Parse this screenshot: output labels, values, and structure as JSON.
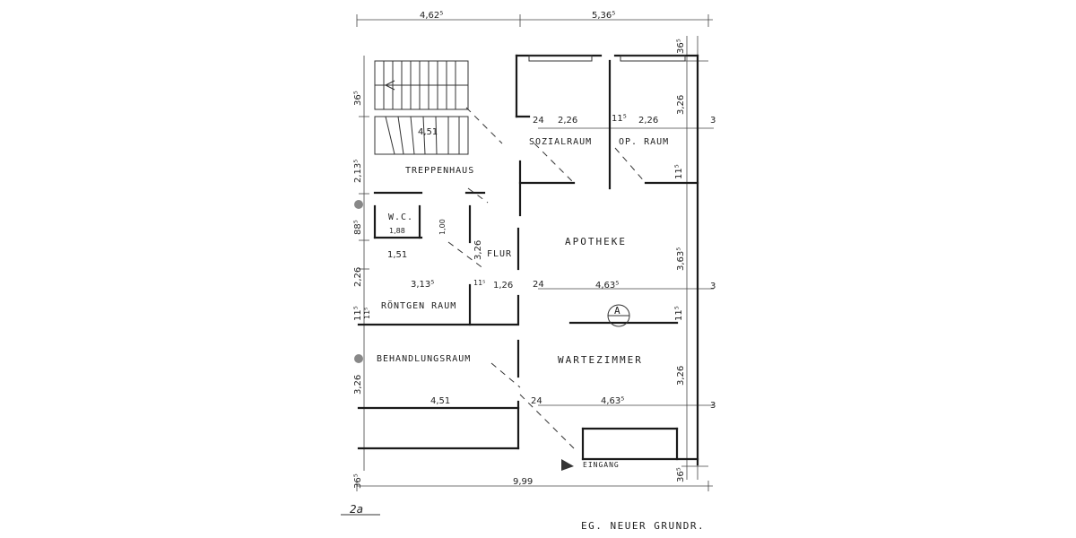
{
  "rooms": {
    "treppenhaus": "TREPPENHAUS",
    "sozialraum": "SOZIALRAUM",
    "op_raum": "OP. RAUM",
    "apotheke": "APOTHEKE",
    "flur": "FLUR",
    "wc": "W.C.",
    "roentgen": "RÖNTGEN RAUM",
    "behandlung": "BEHANDLUNGSRAUM",
    "wartezimmer": "WARTEZIMMER",
    "eingang": "EINGANG"
  },
  "dimensions": {
    "top_left": "4,62⁵",
    "top_right": "5,36⁵",
    "total": "9,99",
    "d_4_51_top": "4,51",
    "d_4_51_bottom": "4,51",
    "d_24_a": "24",
    "d_24_b": "24",
    "d_24_c": "24",
    "d_2_26_a": "2,26",
    "d_2_26_b": "2,26",
    "d_11_5_a": "11⁵",
    "d_11_5_b": "11⁵",
    "d_11_5_c": "11⁵",
    "d_11_5_d": "11⁵",
    "d_11_5_e": "11⁵",
    "d_3_26_a": "3,26",
    "d_3_26_b": "3,26",
    "d_3_26_c": "3,26",
    "d_3_26_flur": "3,26",
    "d_3_63_5": "3,63⁵",
    "d_4_63_5_a": "4,63⁵",
    "d_4_63_5_b": "4,63⁵",
    "d_3_13_5": "3,13⁵",
    "d_1_26": "1,26",
    "d_1_51": "1,51",
    "d_1_88": "1,88",
    "d_1_00": "1,00",
    "d_36_5_a": "36⁵",
    "d_36_5_b": "36⁵",
    "d_36_5_c": "36⁵",
    "d_36_5_d": "36⁵",
    "d_2_26_left": "2,26",
    "d_2_13_5": "2,13⁵",
    "d_88_5": "88⁵",
    "d_11_5_left": "11⁵",
    "d_3_right_a": "3",
    "d_3_right_b": "3",
    "d_3_right_c": "3"
  },
  "marker": "A",
  "sheet_ref": "2a",
  "title": "EG. NEUER GRUNDR."
}
